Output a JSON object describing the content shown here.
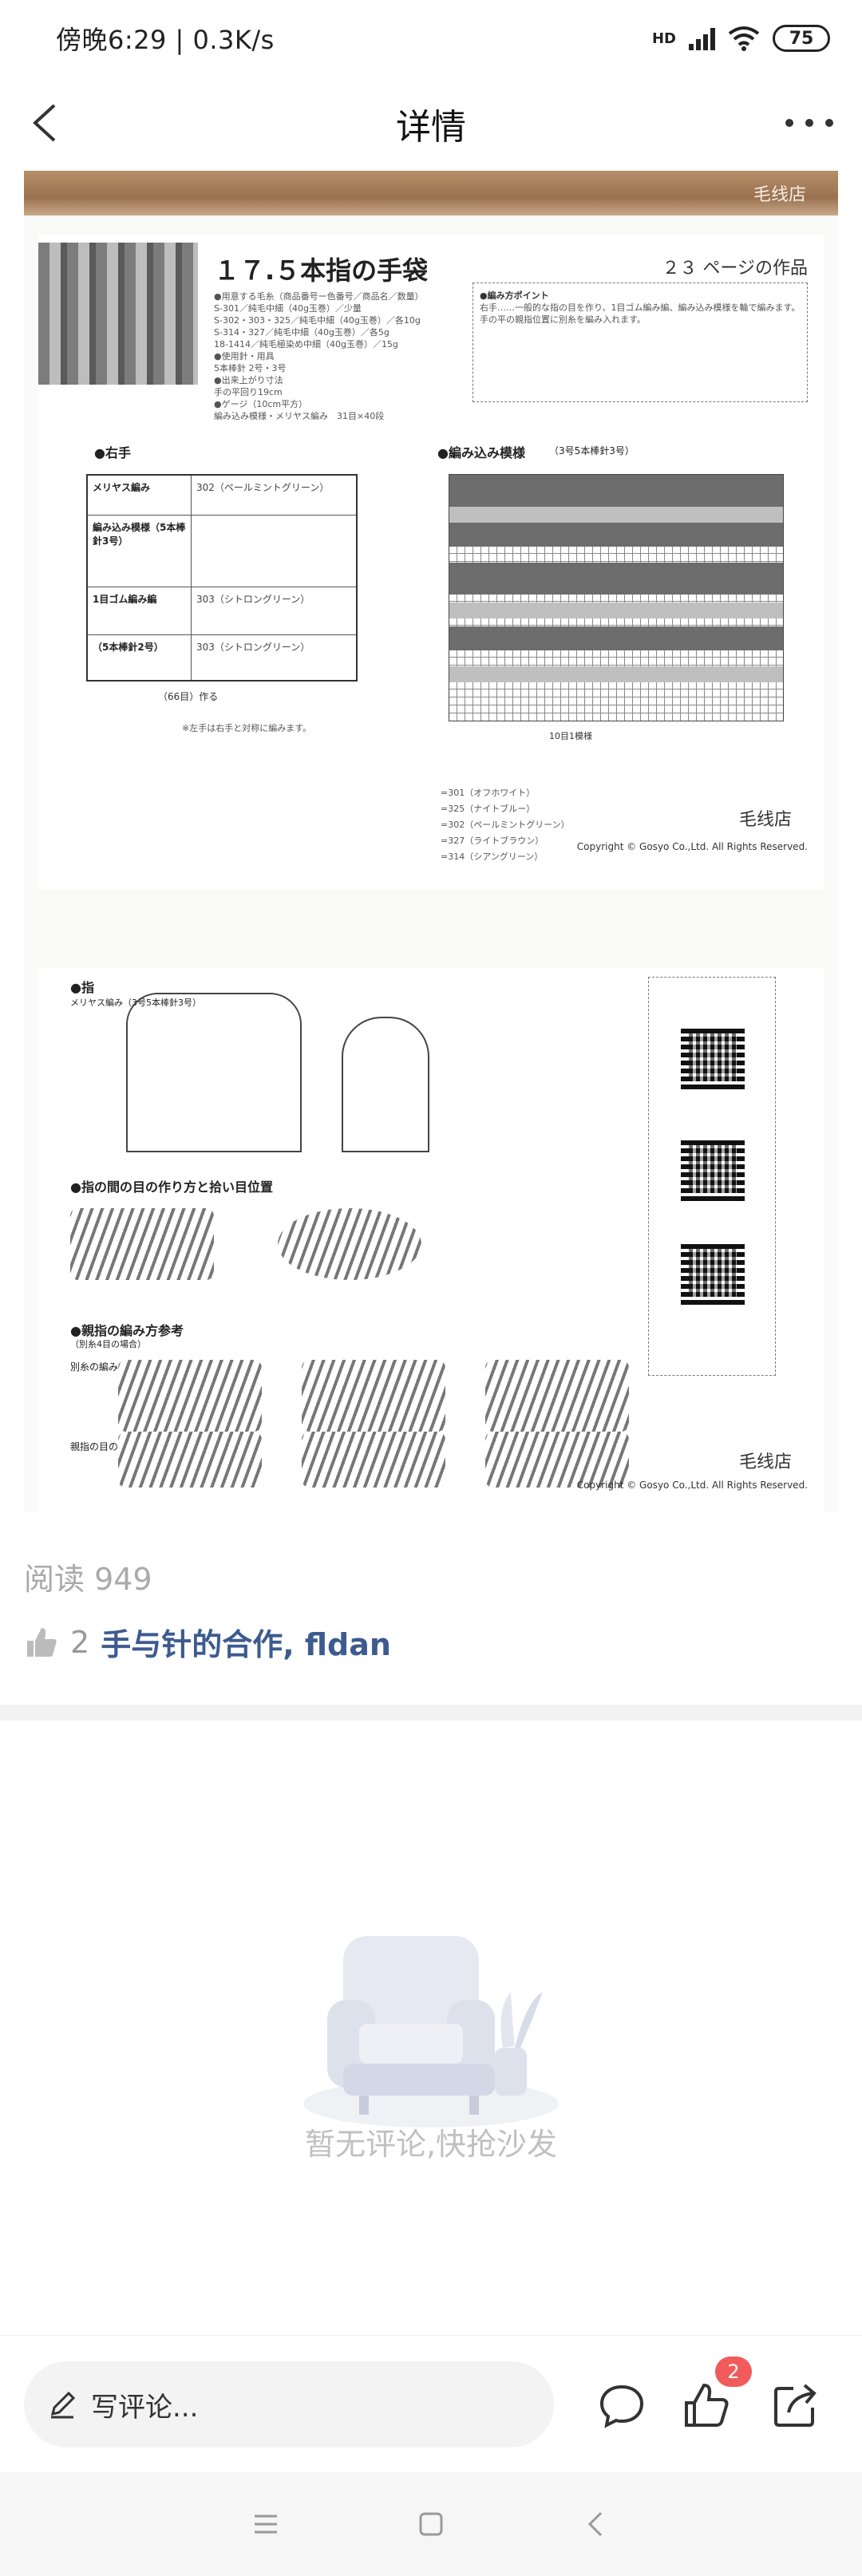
{
  "status_bar": {
    "time_speed": "傍晚6:29 | 0.3K/s",
    "network": "HD",
    "battery": "75"
  },
  "nav": {
    "title": "详情",
    "back_icon": "chevron-left-icon",
    "more_icon": "more-dots-icon"
  },
  "article_image": {
    "watermark_top": "毛线店",
    "doc_title": "１７.５本指の手袋",
    "page_ref": "２３ ページの作品",
    "spec_lines": [
      "●用意する毛糸（商品番号ー色番号／商品名／数量）",
      "S-301／純毛中細（40g玉巻）／少量",
      "S-302・303・325／純毛中細（40g玉巻）／各10g",
      "S-314・327／純毛中細（40g玉巻）／各5g",
      "18-1414／純毛極染め中細（40g玉巻）／15g",
      "●使用針・用具",
      "5本棒針 2号・3号",
      "●出来上がり寸法",
      "手の平回り19cm",
      "●ゲージ（10cm平方）",
      "編み込み模様・メリヤス編み　31目×40段"
    ],
    "note_title": "●編み方ポイント",
    "note_text": "右手……一般的な指の目を作り、1目ゴム編み編、編み込み模様を輪で編みます。手の平の親指位置に別糸を編み入れます。",
    "section_right_hand": "●右手",
    "section_chart": "●編み込み模様",
    "chart_subtitle": "（3号5本棒針3号）",
    "diagram_rows": [
      {
        "label": "メリヤス編み",
        "detail": "302（ペールミントグリーン）"
      },
      {
        "label": "編み込み模様（5本棒針3号）",
        "detail": ""
      },
      {
        "label": "1目ゴム編み編",
        "detail": "303（シトロングリーン）"
      },
      {
        "label": "（5本棒針2号）",
        "detail": "303（シトロングリーン）"
      }
    ],
    "diagram_bottom": "（66目）作る",
    "left_note": "※左手は右手と対称に編みます。",
    "chart_axis_bottom": "10目1模様",
    "legend": [
      "=301（オフホワイト）",
      "=325（ナイトブルー）",
      "=302（ペールミントグリーン）",
      "=327（ライトブラウン）",
      "=314（シアングリーン）"
    ],
    "brand_mark": "毛线店",
    "copyright": "Copyright © Gosyo Co.,Ltd. All Rights Reserved.",
    "section_finger": "●指",
    "finger_sub": "メリヤス編み（3号5本棒針3号）",
    "section_between": "●指の間の目の作り方と拾い目位置",
    "section_thumb": "●親指の編み方参考",
    "thumb_sub": "（別糸4目の場合）",
    "knit_label_1": "別糸の編み方",
    "knit_label_2": "親指の目の拾い方"
  },
  "stats": {
    "read_count": "阅读 949",
    "like_count": "2",
    "like_names": "手与针的合作, fldan"
  },
  "empty_state": {
    "text": "暂无评论,快抢沙发"
  },
  "bottom_bar": {
    "comment_placeholder": "写评论...",
    "like_badge": "2"
  }
}
